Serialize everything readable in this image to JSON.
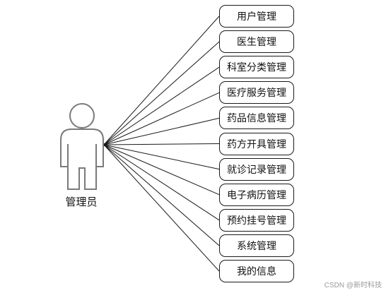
{
  "actor": {
    "label": "管理员"
  },
  "use_cases": [
    {
      "label": "用户管理"
    },
    {
      "label": "医生管理"
    },
    {
      "label": "科室分类管理"
    },
    {
      "label": "医疗服务管理"
    },
    {
      "label": "药品信息管理"
    },
    {
      "label": "药方开具管理"
    },
    {
      "label": "就诊记录管理"
    },
    {
      "label": "电子病历管理"
    },
    {
      "label": "预约挂号管理"
    },
    {
      "label": "系统管理"
    },
    {
      "label": "我的信息"
    }
  ],
  "watermark": "CSDN @新时科技",
  "colors": {
    "line": "#1a1a1a",
    "actor_stroke": "#7a7a7a"
  }
}
